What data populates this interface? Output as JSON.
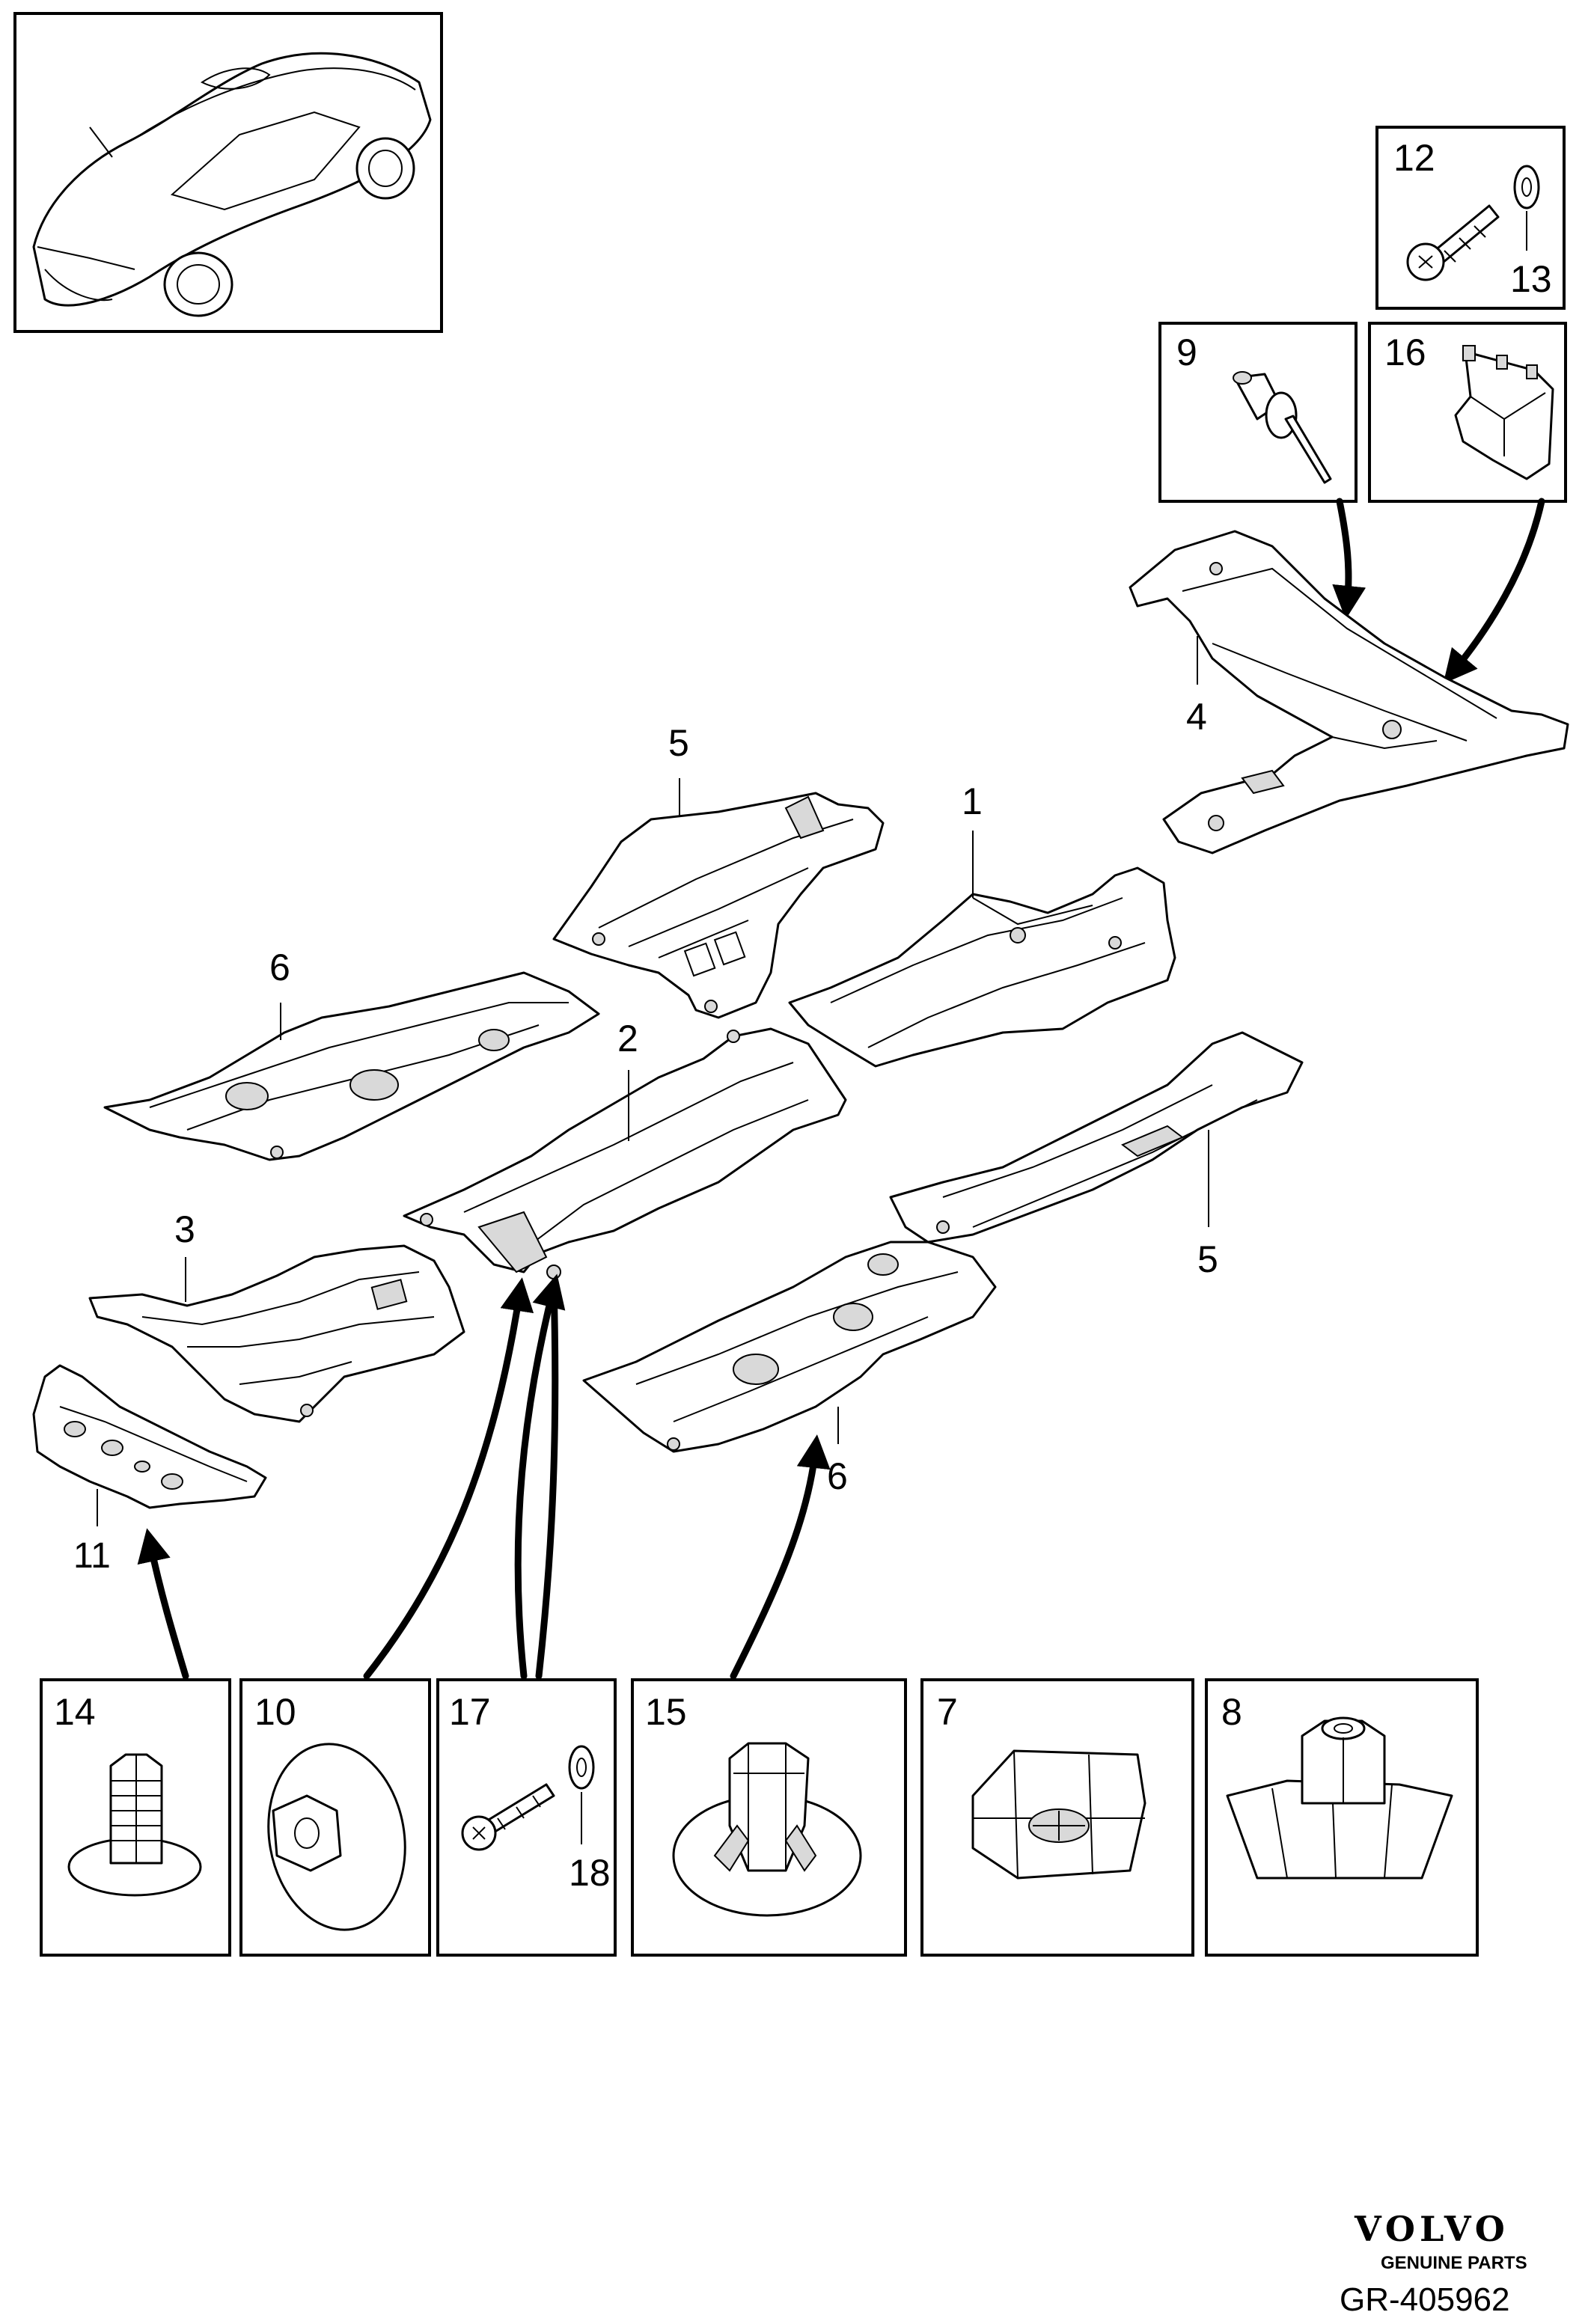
{
  "diagram": {
    "part_labels": {
      "p1": "1",
      "p2": "2",
      "p3": "3",
      "p4": "4",
      "p5a": "5",
      "p5b": "5",
      "p6a": "6",
      "p6b": "6",
      "p11": "11"
    },
    "fastener_boxes": {
      "b12": "12",
      "b13": "13",
      "b9": "9",
      "b16": "16",
      "b14": "14",
      "b10": "10",
      "b17": "17",
      "b18": "18",
      "b15": "15",
      "b7": "7",
      "b8": "8"
    }
  },
  "brand": {
    "logo_text": "VOLVO",
    "tagline": "GENUINE PARTS",
    "reference": "GR-405962"
  }
}
